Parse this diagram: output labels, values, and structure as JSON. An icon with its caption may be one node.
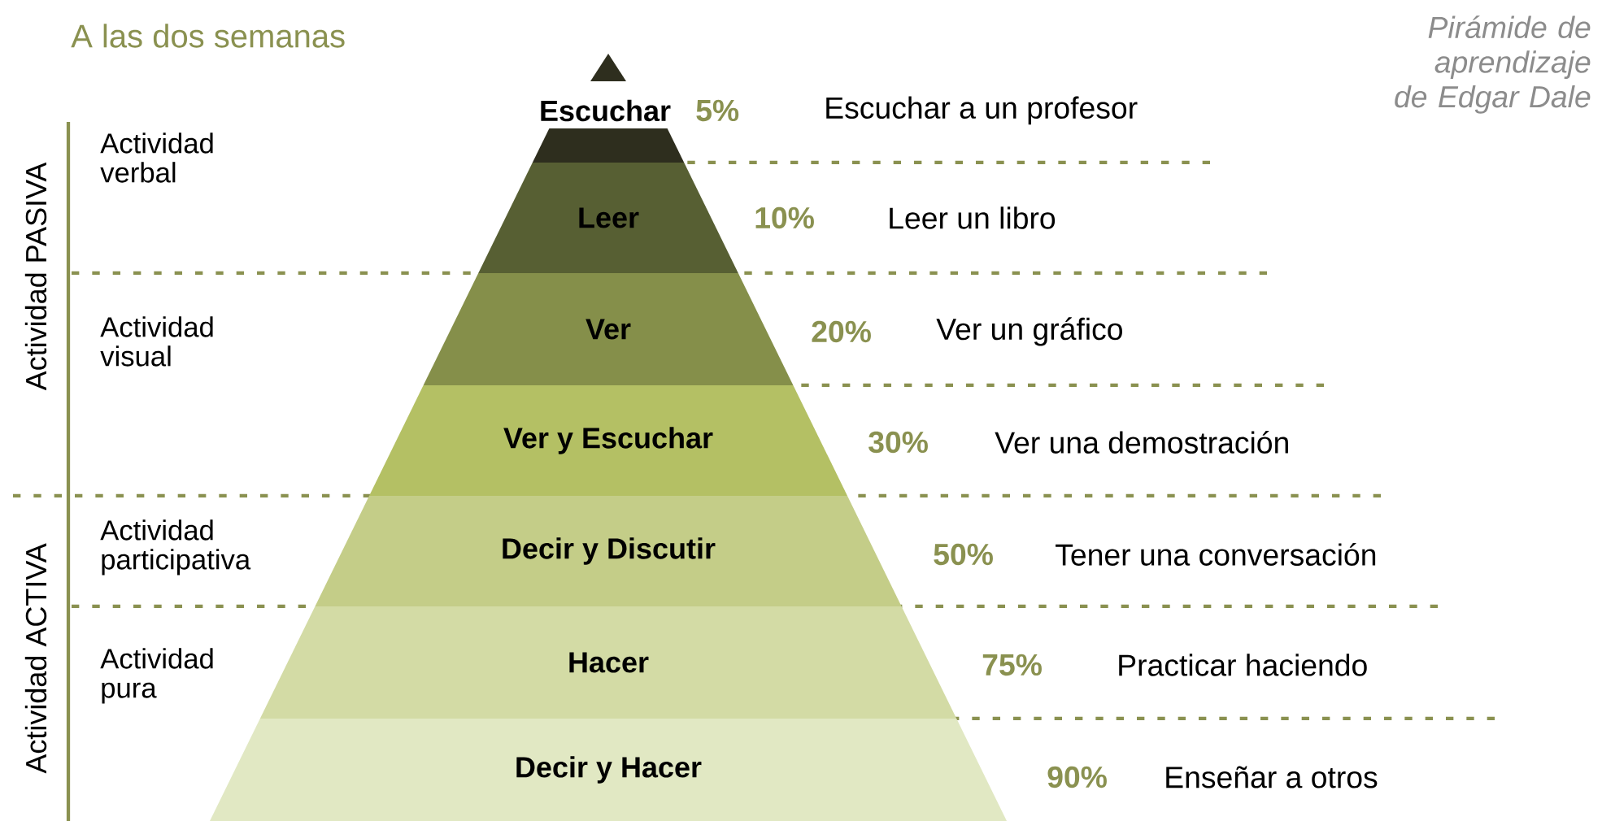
{
  "diagram": {
    "title": "A las dos semanas",
    "caption": "Pirámide de aprendizaje de Edgar Dale",
    "nodes": [
      {
        "text": [
          "Escuchar"
        ],
        "beside": [
          "5%",
          "Escuchar a un profesor"
        ]
      },
      {
        "text": [
          "Leer"
        ],
        "beside": [
          "10%",
          "Leer un libro"
        ]
      },
      {
        "text": [
          "Ver"
        ],
        "beside": [
          "20%",
          "Ver un gráfico"
        ]
      },
      {
        "text": [
          "Ver y Escuchar"
        ],
        "beside": [
          "30%",
          "Ver una demostración"
        ]
      },
      {
        "text": [
          "Decir y Discutir"
        ],
        "beside": [
          "50%",
          "Tener una conversación"
        ]
      },
      {
        "text": [
          "Hacer"
        ],
        "beside": [
          "75%",
          "Practicar haciendo"
        ]
      },
      {
        "text": [
          "Decir y Hacer"
        ],
        "beside": [
          "90%",
          "Enseñar a otros"
        ]
      }
    ],
    "labels": [
      "Actividad PASIVA",
      "Actividad verbal",
      "Actividad visual",
      "Actividad ACTIVA",
      "Actividad participativa",
      "Actividad pura"
    ]
  }
}
